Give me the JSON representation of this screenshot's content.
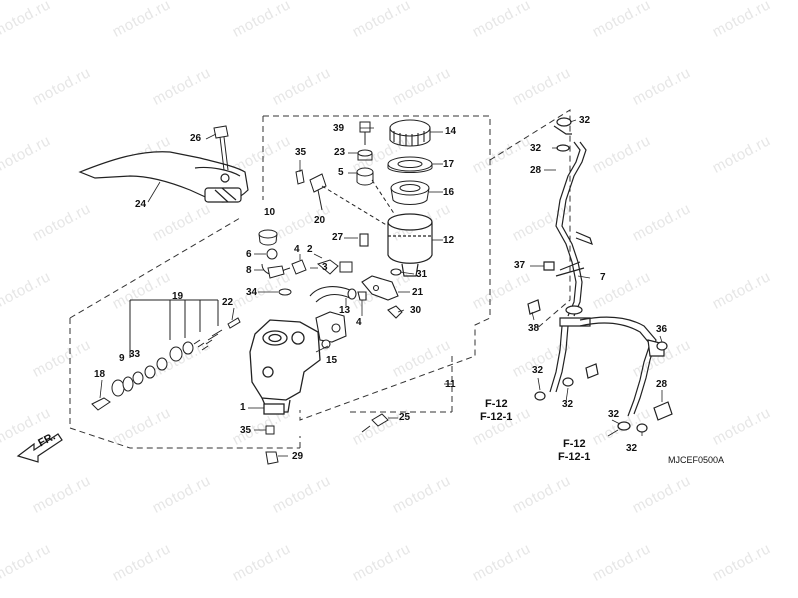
{
  "watermark": {
    "text": "motod.ru"
  },
  "diagram": {
    "code": "MJCEF0500A",
    "direction_label": "FR."
  },
  "callouts": [
    {
      "id": "26",
      "text": "26"
    },
    {
      "id": "24",
      "text": "24"
    },
    {
      "id": "35a",
      "text": "35"
    },
    {
      "id": "20",
      "text": "20"
    },
    {
      "id": "39",
      "text": "39"
    },
    {
      "id": "23",
      "text": "23"
    },
    {
      "id": "5",
      "text": "5"
    },
    {
      "id": "14",
      "text": "14"
    },
    {
      "id": "17",
      "text": "17"
    },
    {
      "id": "16",
      "text": "16"
    },
    {
      "id": "12",
      "text": "12"
    },
    {
      "id": "10",
      "text": "10"
    },
    {
      "id": "6",
      "text": "6"
    },
    {
      "id": "8",
      "text": "8"
    },
    {
      "id": "34",
      "text": "34"
    },
    {
      "id": "4a",
      "text": "4"
    },
    {
      "id": "2",
      "text": "2"
    },
    {
      "id": "3",
      "text": "3"
    },
    {
      "id": "27",
      "text": "27"
    },
    {
      "id": "31",
      "text": "31"
    },
    {
      "id": "21",
      "text": "21"
    },
    {
      "id": "30",
      "text": "30"
    },
    {
      "id": "13",
      "text": "13"
    },
    {
      "id": "4b",
      "text": "4"
    },
    {
      "id": "15",
      "text": "15"
    },
    {
      "id": "19",
      "text": "19"
    },
    {
      "id": "22",
      "text": "22"
    },
    {
      "id": "9",
      "text": "9"
    },
    {
      "id": "33",
      "text": "33"
    },
    {
      "id": "18",
      "text": "18"
    },
    {
      "id": "1",
      "text": "1"
    },
    {
      "id": "35b",
      "text": "35"
    },
    {
      "id": "29",
      "text": "29"
    },
    {
      "id": "25",
      "text": "25"
    },
    {
      "id": "11",
      "text": "11"
    },
    {
      "id": "32a",
      "text": "32"
    },
    {
      "id": "32b",
      "text": "32"
    },
    {
      "id": "28a",
      "text": "28"
    },
    {
      "id": "37",
      "text": "37"
    },
    {
      "id": "7",
      "text": "7"
    },
    {
      "id": "38",
      "text": "38"
    },
    {
      "id": "36",
      "text": "36"
    },
    {
      "id": "32c",
      "text": "32"
    },
    {
      "id": "32d",
      "text": "32"
    },
    {
      "id": "28b",
      "text": "28"
    },
    {
      "id": "32e",
      "text": "32"
    },
    {
      "id": "32f",
      "text": "32"
    }
  ],
  "references": [
    {
      "id": "f12a",
      "text": "F-12"
    },
    {
      "id": "f121a",
      "text": "F-12-1"
    },
    {
      "id": "f12b",
      "text": "F-12"
    },
    {
      "id": "f121b",
      "text": "F-12-1"
    }
  ]
}
